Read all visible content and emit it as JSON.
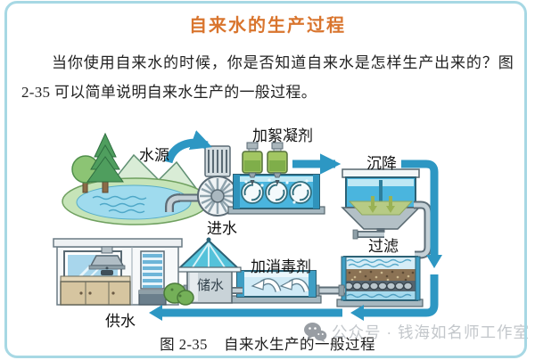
{
  "page": {
    "title": "自来水的生产过程",
    "intro": "当你使用自来水的时候，你是否知道自来水是怎样生产出来的？图 2-35 可以简单说明自来水生产的一般过程。",
    "caption_figure": "图 2-35",
    "caption_text": "自来水生产的一般过程",
    "watermark": "公众号 · 钱海如名师工作室"
  },
  "diagram": {
    "labels": {
      "water_source": "水源",
      "intake": "进水",
      "add_flocculant": "加絮凝剂",
      "sedimentation": "沉降",
      "filtration": "过滤",
      "add_disinfectant": "加消毒剂",
      "storage": "储水",
      "supply": "供水"
    },
    "flow_order": [
      "水源",
      "进水",
      "加絮凝剂",
      "沉降",
      "过滤",
      "加消毒剂",
      "储水",
      "供水"
    ]
  },
  "colors": {
    "title_accent": "#d9752e",
    "arrow_blue": "#2d97c3",
    "page_border": "#a7d8e4",
    "watermark_gray": "#c3c7cb"
  }
}
